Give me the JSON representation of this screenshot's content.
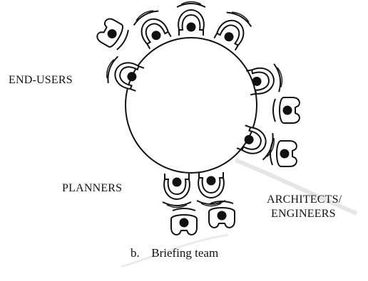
{
  "labels": {
    "end_users": "END-USERS",
    "planners": "PLANNERS",
    "architects_line1": "ARCHITECTS/",
    "architects_line2": "ENGINEERS"
  },
  "caption": {
    "prefix": "b.",
    "text": "Briefing team"
  },
  "colors": {
    "ink": "#111111",
    "background": "#ffffff"
  }
}
